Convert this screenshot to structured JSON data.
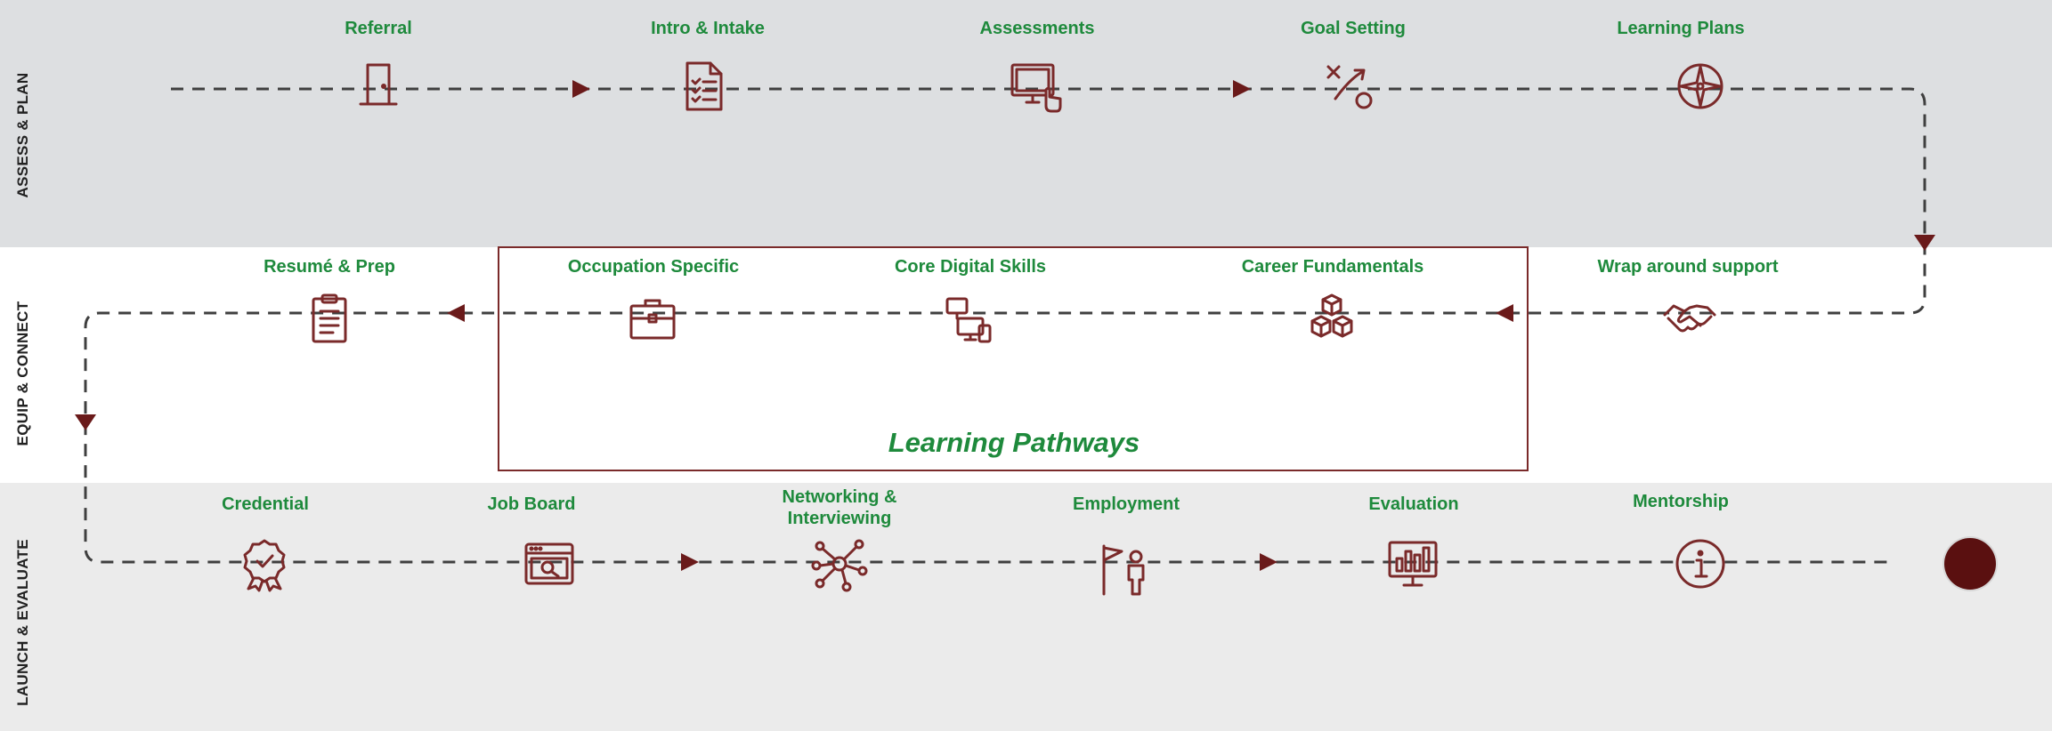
{
  "colors": {
    "accent_green": "#1e8a3c",
    "icon_maroon": "#7a2a2a",
    "end_marker": "#5a1010"
  },
  "bands": {
    "assess": "ASSESS & PLAN",
    "equip": "EQUIP & CONNECT",
    "launch": "LAUNCH & EVALUATE"
  },
  "steps": {
    "referral": {
      "label": "Referral",
      "icon": "door-icon"
    },
    "intro_intake": {
      "label": "Intro & Intake",
      "icon": "checklist-document-icon"
    },
    "assessments": {
      "label": "Assessments",
      "icon": "touch-monitor-icon"
    },
    "goal_setting": {
      "label": "Goal Setting",
      "icon": "strategy-play-icon"
    },
    "learning_plans": {
      "label": "Learning Plans",
      "icon": "compass-icon"
    },
    "wrap_support": {
      "label": "Wrap around support",
      "icon": "handshake-icon"
    },
    "career_fundamentals": {
      "label": "Career Fundamentals",
      "icon": "blocks-icon"
    },
    "core_digital": {
      "label": "Core Digital Skills",
      "icon": "devices-icon"
    },
    "occupation_specific": {
      "label": "Occupation Specific",
      "icon": "briefcase-icon"
    },
    "resume_prep": {
      "label": "Resumé & Prep",
      "icon": "clipboard-icon"
    },
    "credential": {
      "label": "Credential",
      "icon": "award-badge-icon"
    },
    "job_board": {
      "label": "Job Board",
      "icon": "browser-search-icon"
    },
    "networking": {
      "label_line1": "Networking &",
      "label_line2": "Interviewing",
      "icon": "network-icon"
    },
    "employment": {
      "label": "Employment",
      "icon": "flag-person-icon"
    },
    "evaluation": {
      "label": "Evaluation",
      "icon": "analytics-monitor-icon"
    },
    "mentorship": {
      "label": "Mentorship",
      "icon": "info-icon"
    }
  },
  "pathways": {
    "title": "Learning Pathways"
  }
}
